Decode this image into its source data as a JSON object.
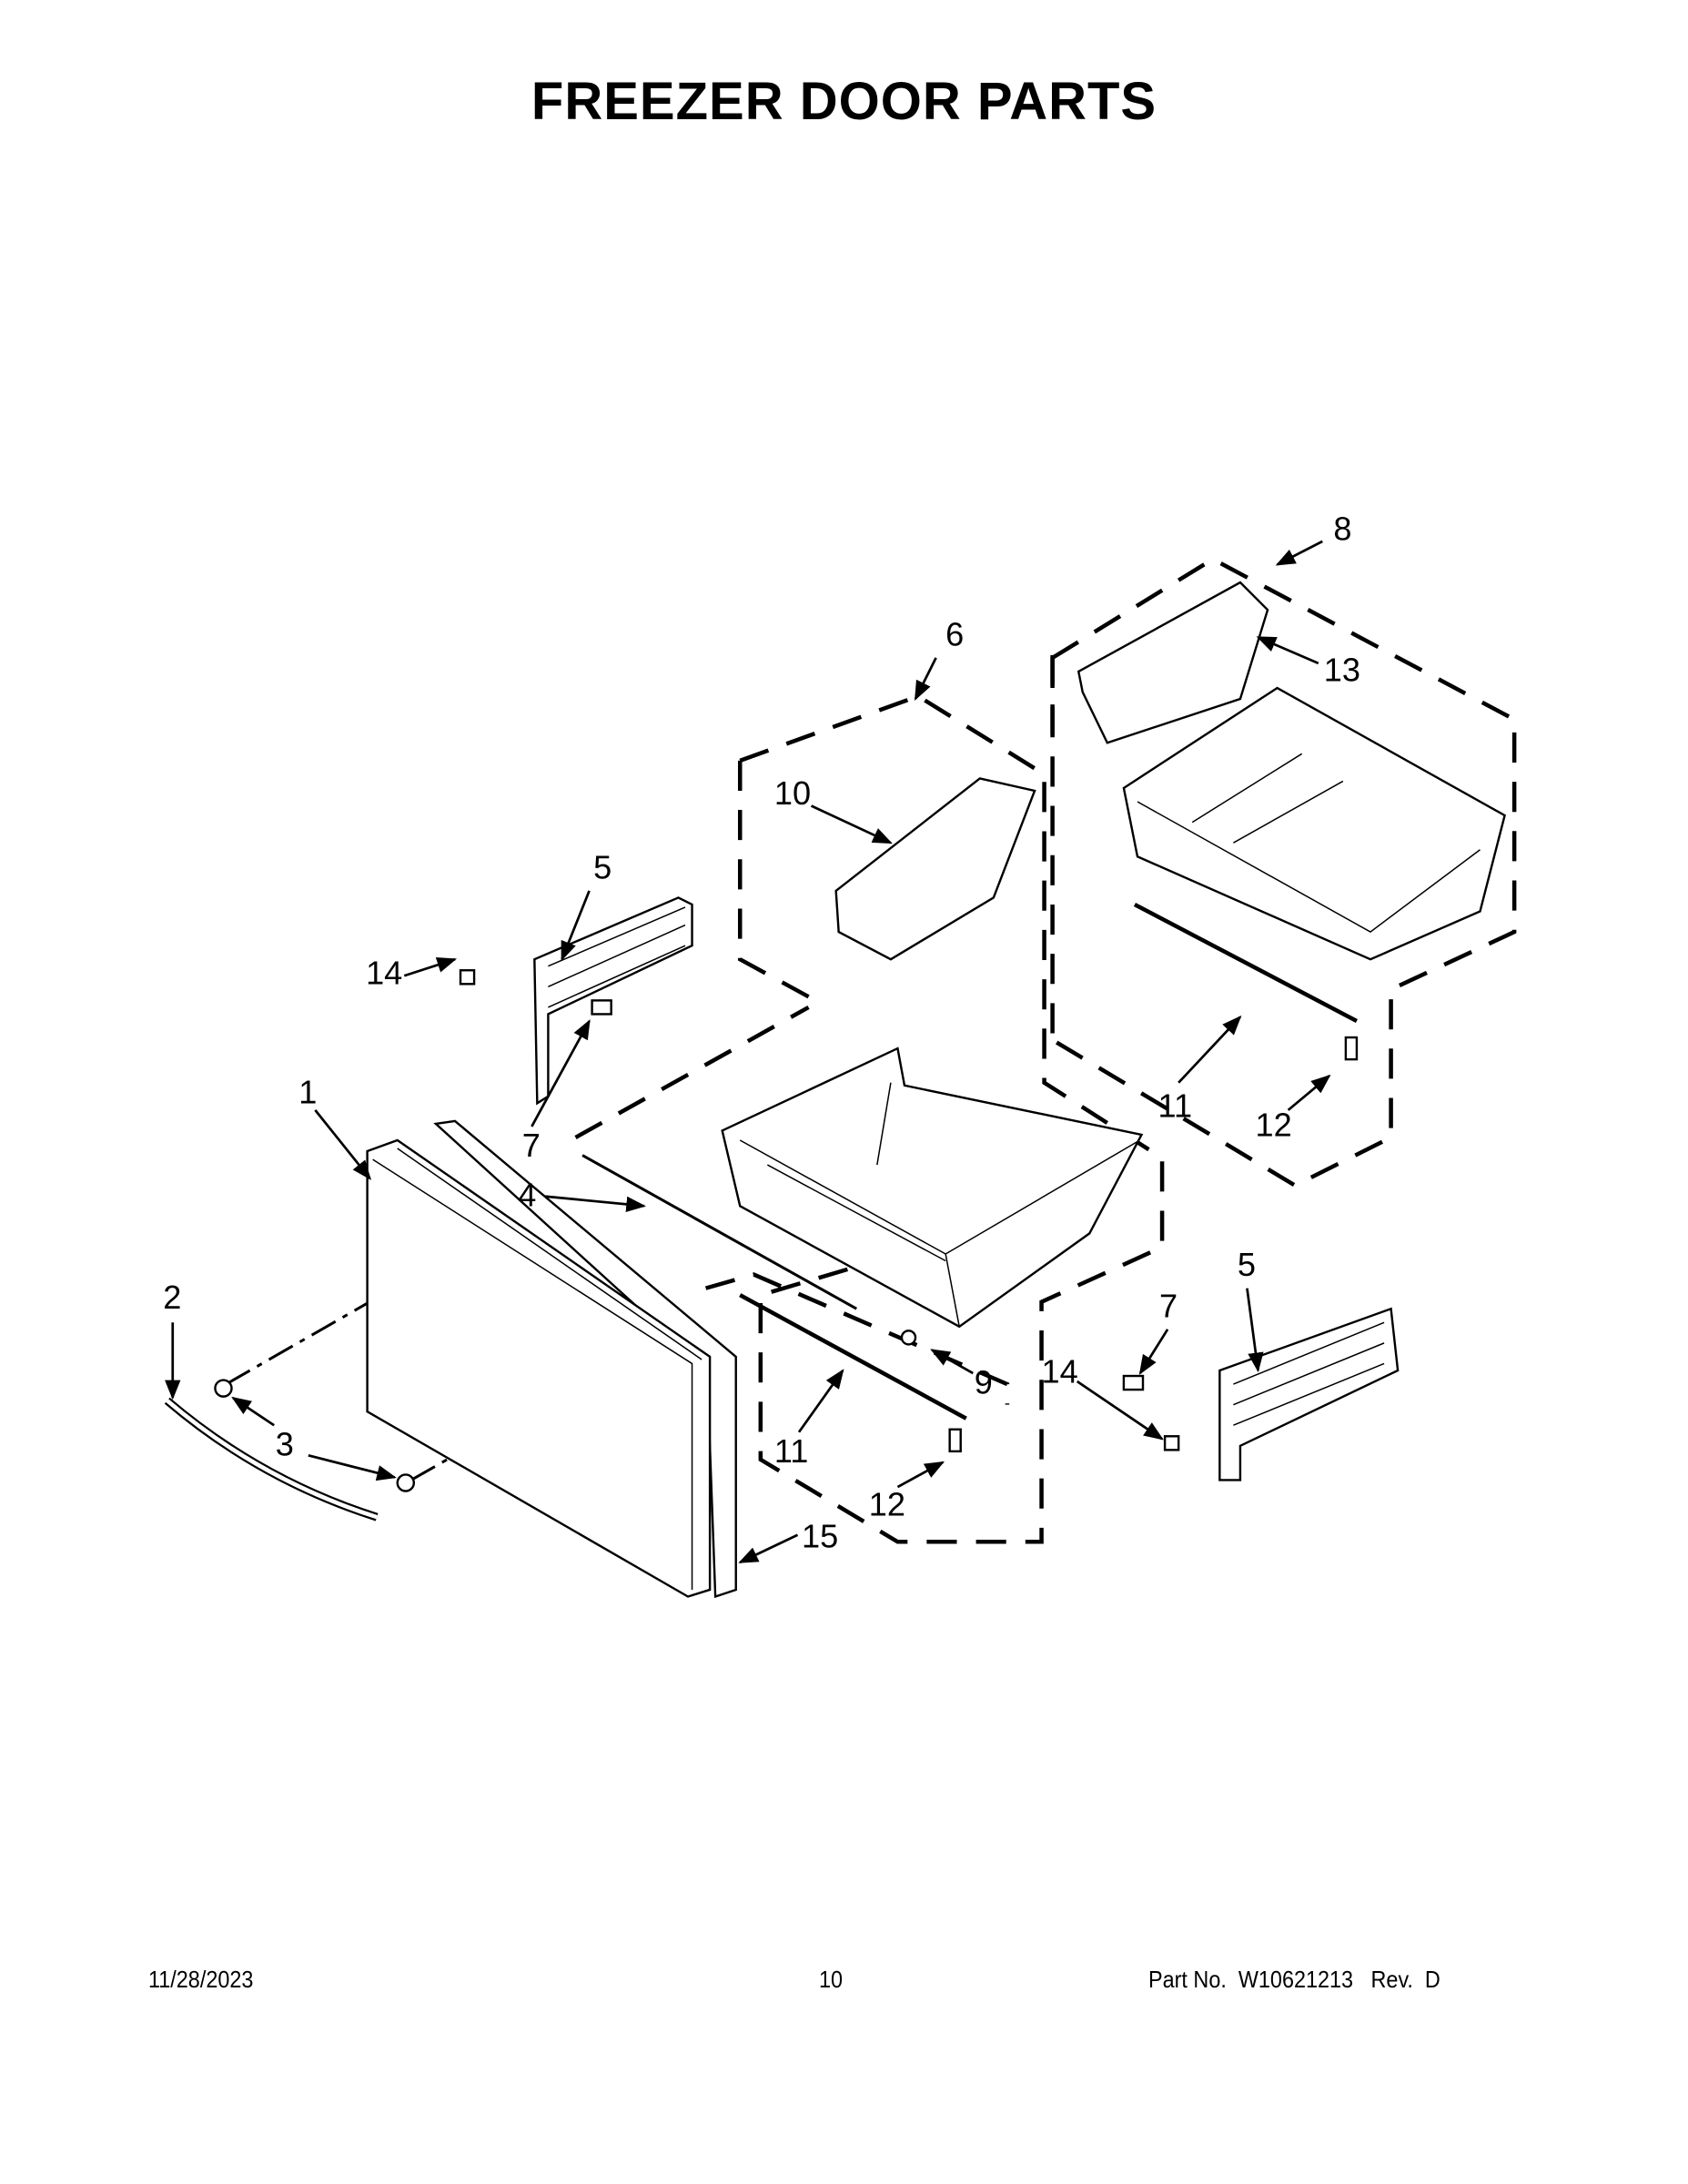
{
  "title": "FREEZER DOOR PARTS",
  "callouts": {
    "c1": "1",
    "c2": "2",
    "c3": "3",
    "c4": "4",
    "c5a": "5",
    "c5b": "5",
    "c6": "6",
    "c7a": "7",
    "c7b": "7",
    "c8": "8",
    "c9": "9",
    "c10": "10",
    "c11a": "11",
    "c11b": "11",
    "c12a": "12",
    "c12b": "12",
    "c13": "13",
    "c14a": "14",
    "c14b": "14",
    "c15": "15"
  },
  "footer": {
    "date": "11/28/2023",
    "page": "10",
    "part_no": "Part No.  W10621213   Rev.  D"
  }
}
